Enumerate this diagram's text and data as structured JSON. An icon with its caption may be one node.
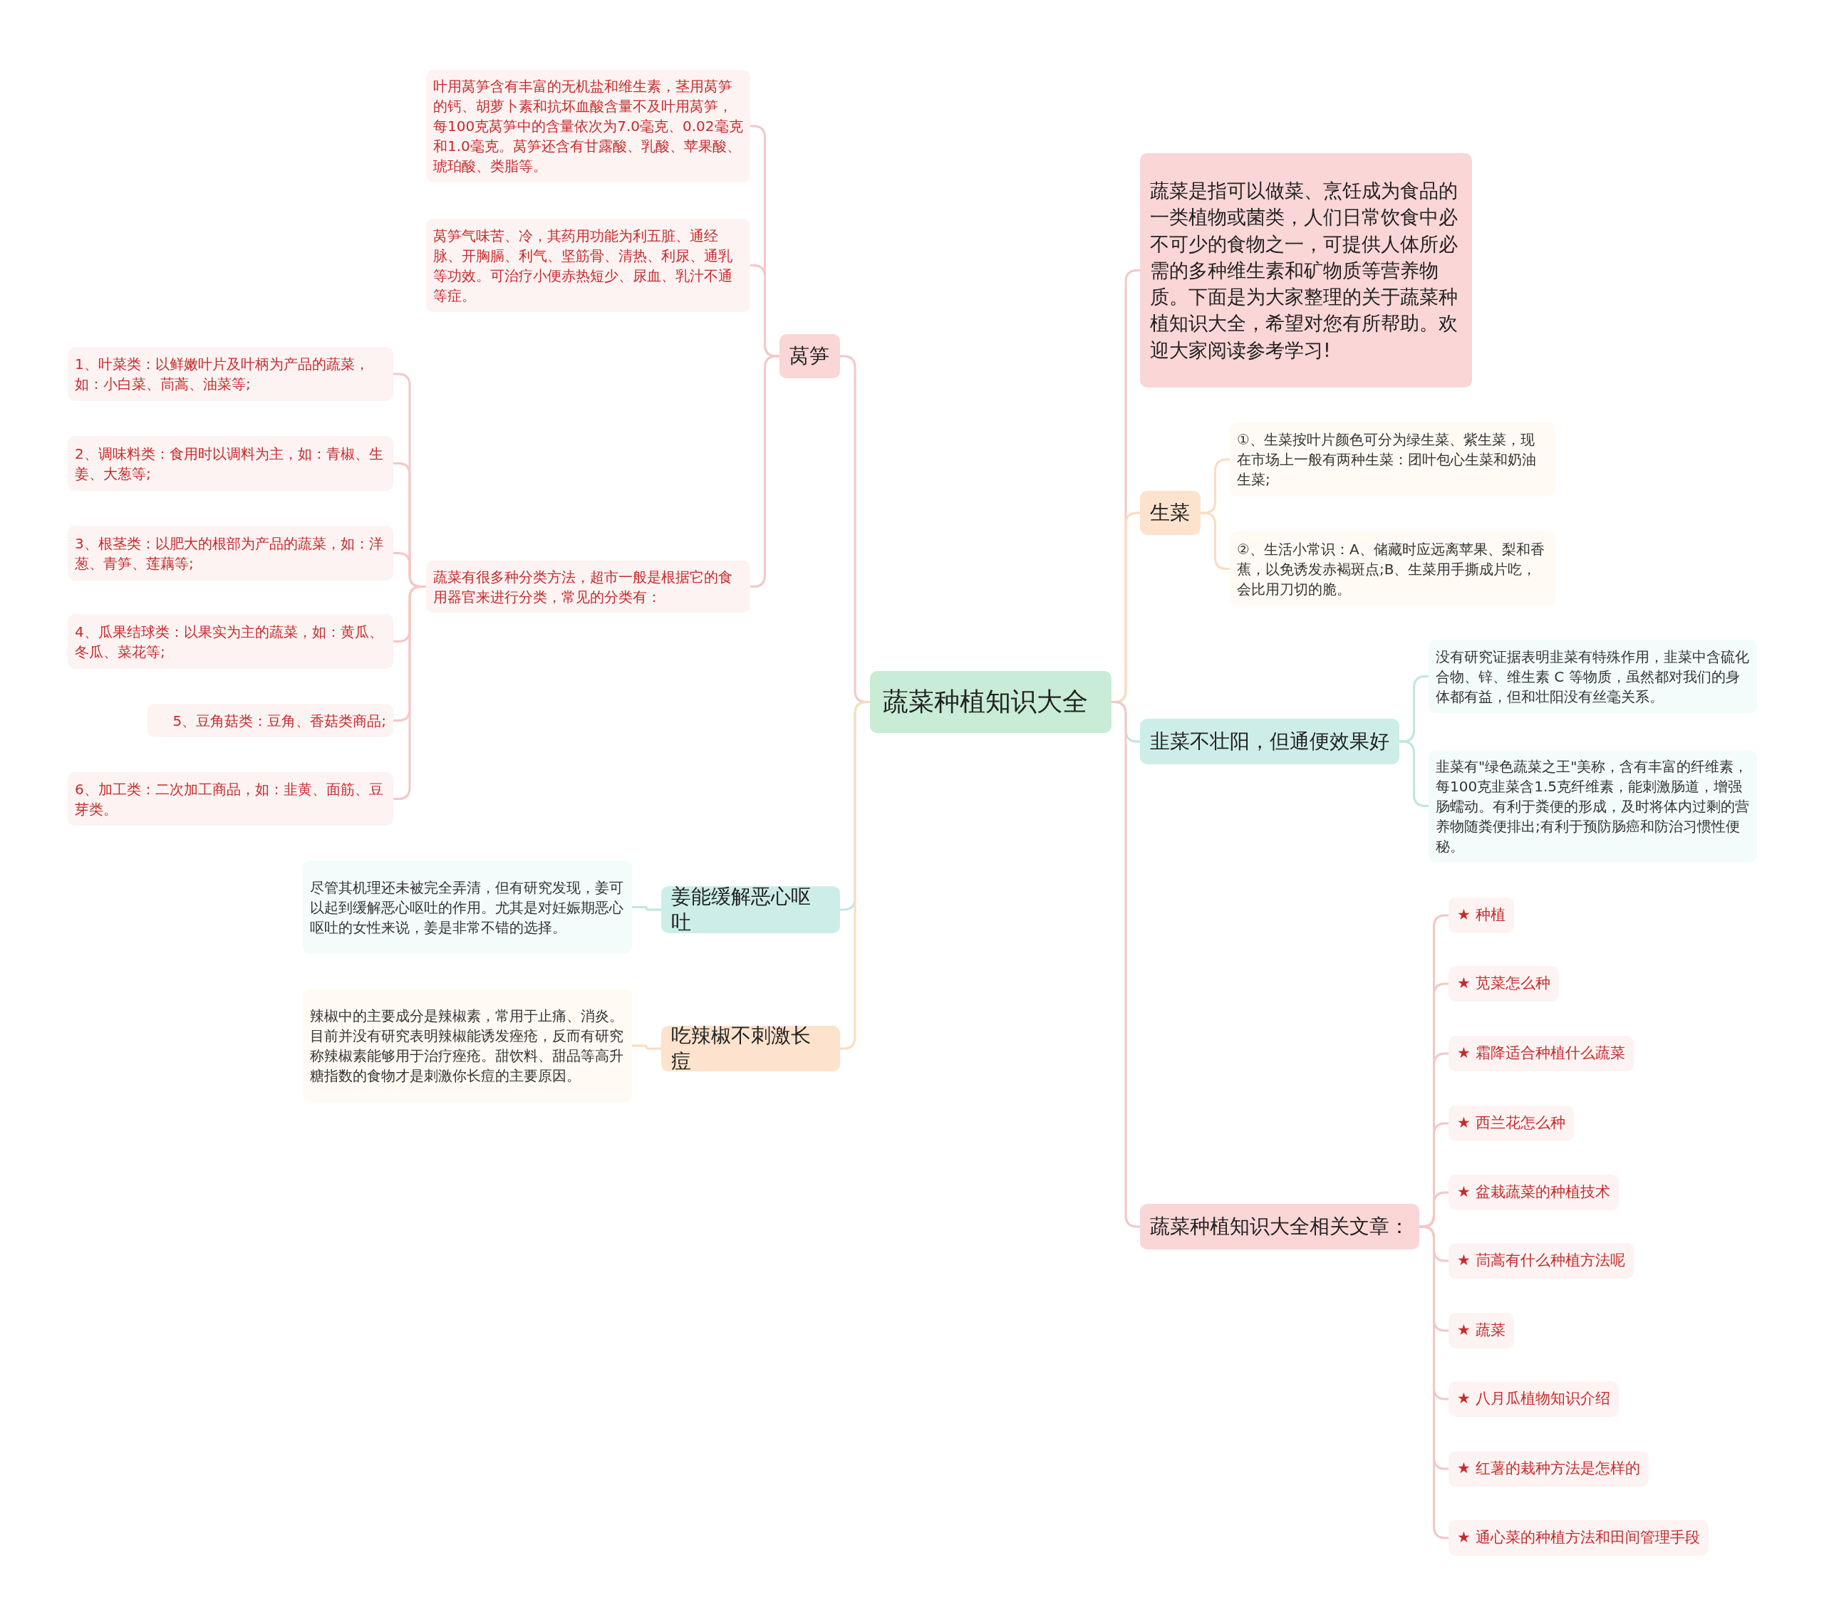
{
  "diagram": {
    "nodes": [
      {
        "text": [
          "蔬菜种植知识大全"
        ]
      },
      {
        "text": [
          "莴笋"
        ]
      },
      {
        "text": [
          "叶用莴笋含有丰富的无机盐和维生素，茎用莴笋的钙、胡萝卜素和抗坏血酸含量不及叶用莴笋，每100克莴笋中的含量依次为7.0毫克、0.02毫克和1.0毫克。莴笋还含有甘露酸、乳酸、苹果酸、琥珀酸、类脂等。"
        ]
      },
      {
        "text": [
          "莴笋气味苦、冷，其药用功能为利五脏、通经脉、开胸膈、利气、坚筋骨、清热、利尿、通乳等功效。可治疗小便赤热短少、尿血、乳汁不通等症。"
        ]
      },
      {
        "text": [
          "蔬菜有很多种分类方法，超市一般是根据它的食用器官来进行分类，常见的分类有："
        ]
      },
      {
        "text": [
          "1、叶菜类：以鲜嫩叶片及叶柄为产品的蔬菜，如：小白菜、茼蒿、油菜等;"
        ]
      },
      {
        "text": [
          "2、调味料类：食用时以调料为主，如：青椒、生姜、大葱等;"
        ]
      },
      {
        "text": [
          "3、根茎类：以肥大的根部为产品的蔬菜，如：洋葱、青笋、莲藕等;"
        ]
      },
      {
        "text": [
          "4、瓜果结球类：以果实为主的蔬菜，如：黄瓜、冬瓜、菜花等;"
        ]
      },
      {
        "text": [
          "5、豆角菇类：豆角、香菇类商品;"
        ]
      },
      {
        "text": [
          "6、加工类：二次加工商品，如：韭黄、面筋、豆芽类。"
        ]
      },
      {
        "text": [
          "姜能缓解恶心呕吐"
        ]
      },
      {
        "text": [
          "尽管其机理还未被完全弄清，但有研究发现，姜可以起到缓解恶心呕吐的作用。尤其是对妊娠期恶心呕吐的女性来说，姜是非常不错的选择。"
        ]
      },
      {
        "text": [
          "吃辣椒不刺激长痘"
        ]
      },
      {
        "text": [
          "辣椒中的主要成分是辣椒素，常用于止痛、消炎。目前并没有研究表明辣椒能诱发痤疮，反而有研究称辣椒素能够用于治疗痤疮。甜饮料、甜品等高升糖指数的食物才是刺激你长痘的主要原因。"
        ]
      },
      {
        "text": [
          "蔬菜是指可以做菜、烹饪成为食品的一类植物或菌类，人们日常饮食中必不可少的食物之一，可提供人体所必需的多种维生素和矿物质等营养物质。下面是为大家整理的关于蔬菜种植知识大全，希望对您有所帮助。欢迎大家阅读参考学习!"
        ]
      },
      {
        "text": [
          "生菜"
        ]
      },
      {
        "text": [
          "①、生菜按叶片颜色可分为绿生菜、紫生菜，现在市场上一般有两种生菜：团叶包心生菜和奶油生菜;"
        ]
      },
      {
        "text": [
          "②、生活小常识：A、储藏时应远离苹果、梨和香蕉，以免诱发赤褐斑点;B、生菜用手撕成片吃，会比用刀切的脆。"
        ]
      },
      {
        "text": [
          "韭菜不壮阳，但通便效果好"
        ]
      },
      {
        "text": [
          "没有研究证据表明韭菜有特殊作用，韭菜中含硫化合物、锌、维生素 C 等物质，虽然都对我们的身体都有益，但和壮阳没有丝毫关系。"
        ]
      },
      {
        "text": [
          "韭菜有\"绿色蔬菜之王\"美称，含有丰富的纤维素，每100克韭菜含1.5克纤维素，能刺激肠道，增强肠蠕动。有利于粪便的形成，及时将体内过剩的营养物随粪便排出;有利于预防肠癌和防治习惯性便秘。"
        ]
      },
      {
        "text": [
          "蔬菜种植知识大全相关文章："
        ]
      },
      {
        "text": [
          "★ 种植"
        ]
      },
      {
        "text": [
          "★ 苋菜怎么种"
        ]
      },
      {
        "text": [
          "★ 霜降适合种植什么蔬菜"
        ]
      },
      {
        "text": [
          "★ 西兰花怎么种"
        ]
      },
      {
        "text": [
          "★ 盆栽蔬菜的种植技术"
        ]
      },
      {
        "text": [
          "★ 茼蒿有什么种植方法呢"
        ]
      },
      {
        "text": [
          "★ 蔬菜"
        ]
      },
      {
        "text": [
          "★ 八月瓜植物知识介绍"
        ]
      },
      {
        "text": [
          "★ 红薯的栽种方法是怎样的"
        ]
      },
      {
        "text": [
          "★ 通心菜的种植方法和田间管理手段"
        ]
      }
    ],
    "edges": [
      {
        "from": 0,
        "to": 1,
        "arrow": "none"
      },
      {
        "from": 1,
        "to": 2,
        "arrow": "none"
      },
      {
        "from": 1,
        "to": 3,
        "arrow": "none"
      },
      {
        "from": 1,
        "to": 4,
        "arrow": "none"
      },
      {
        "from": 4,
        "to": 5,
        "arrow": "none"
      },
      {
        "from": 4,
        "to": 6,
        "arrow": "none"
      },
      {
        "from": 4,
        "to": 7,
        "arrow": "none"
      },
      {
        "from": 4,
        "to": 8,
        "arrow": "none"
      },
      {
        "from": 4,
        "to": 9,
        "arrow": "none"
      },
      {
        "from": 4,
        "to": 10,
        "arrow": "none"
      },
      {
        "from": 0,
        "to": 11,
        "arrow": "none",
        "color": "#bfe6df"
      },
      {
        "from": 11,
        "to": 12,
        "arrow": "none",
        "color": "#bfe6df"
      },
      {
        "from": 0,
        "to": 13,
        "arrow": "none",
        "color": "#fbdcc0"
      },
      {
        "from": 13,
        "to": 14,
        "arrow": "none",
        "color": "#fbdcc0"
      },
      {
        "from": 0,
        "to": 15,
        "arrow": "none"
      },
      {
        "from": 0,
        "to": 16,
        "arrow": "none",
        "color": "#fbdcc0"
      },
      {
        "from": 16,
        "to": 17,
        "arrow": "none",
        "color": "#fbdcc0"
      },
      {
        "from": 16,
        "to": 18,
        "arrow": "none",
        "color": "#fbdcc0"
      },
      {
        "from": 0,
        "to": 19,
        "arrow": "none",
        "color": "#bfe6df"
      },
      {
        "from": 19,
        "to": 20,
        "arrow": "none",
        "color": "#bfe6df"
      },
      {
        "from": 19,
        "to": 21,
        "arrow": "none",
        "color": "#bfe6df"
      },
      {
        "from": 0,
        "to": 22,
        "arrow": "none"
      },
      {
        "from": 22,
        "to": 23,
        "arrow": "none"
      },
      {
        "from": 22,
        "to": 24,
        "arrow": "none"
      },
      {
        "from": 22,
        "to": 25,
        "arrow": "none"
      },
      {
        "from": 22,
        "to": 26,
        "arrow": "none"
      },
      {
        "from": 22,
        "to": 27,
        "arrow": "none"
      },
      {
        "from": 22,
        "to": 28,
        "arrow": "none"
      },
      {
        "from": 22,
        "to": 29,
        "arrow": "none"
      },
      {
        "from": 22,
        "to": 30,
        "arrow": "none"
      },
      {
        "from": 22,
        "to": 31,
        "arrow": "none"
      },
      {
        "from": 22,
        "to": 32,
        "arrow": "none"
      }
    ]
  }
}
